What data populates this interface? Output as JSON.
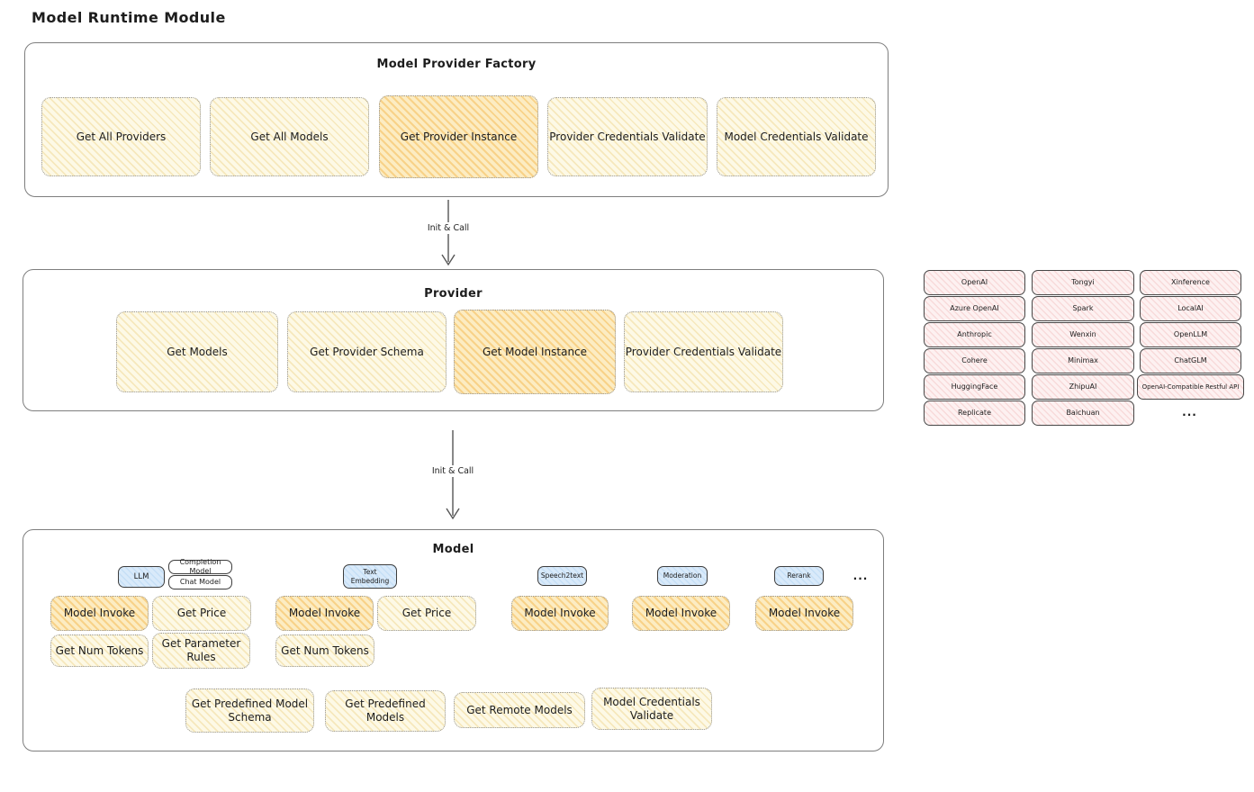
{
  "title": "Model Runtime Module",
  "arrows": {
    "first": "Init & Call",
    "second": "Init & Call"
  },
  "factory": {
    "title": "Model Provider Factory",
    "items": [
      {
        "label": "Get All Providers",
        "highlight": false
      },
      {
        "label": "Get All Models",
        "highlight": false
      },
      {
        "label": "Get Provider Instance",
        "highlight": true
      },
      {
        "label": "Provider Credentials Validate",
        "highlight": false
      },
      {
        "label": "Model Credentials Validate",
        "highlight": false
      }
    ]
  },
  "provider": {
    "title": "Provider",
    "items": [
      {
        "label": "Get Models",
        "highlight": false
      },
      {
        "label": "Get Provider Schema",
        "highlight": false
      },
      {
        "label": "Get Model Instance",
        "highlight": true
      },
      {
        "label": "Provider Credentials Validate",
        "highlight": false
      }
    ]
  },
  "providers_panel": {
    "col1": [
      "OpenAI",
      "Azure OpenAI",
      "Anthropic",
      "Cohere",
      "HuggingFace",
      "Replicate"
    ],
    "col2": [
      "Tongyi",
      "Spark",
      "Wenxin",
      "Minimax",
      "ZhipuAI",
      "Baichuan"
    ],
    "col3": [
      "Xinference",
      "LocalAI",
      "OpenLLM",
      "ChatGLM",
      "OpenAI-Compatible Restful API"
    ],
    "more": "..."
  },
  "model": {
    "title": "Model",
    "tags": {
      "llm": "LLM",
      "completion": "Completion Model",
      "chat": "Chat Model",
      "text_embedding": "Text Embedding",
      "speech2text": "Speech2text",
      "moderation": "Moderation",
      "rerank": "Rerank",
      "more": "..."
    },
    "functions": {
      "model_invoke": "Model Invoke",
      "get_price": "Get Price",
      "get_num_tokens": "Get Num Tokens",
      "get_parameter_rules": "Get Parameter Rules"
    },
    "bottom": [
      {
        "label": "Get Predefined Model Schema"
      },
      {
        "label": "Get Predefined Models"
      },
      {
        "label": "Get Remote Models"
      },
      {
        "label": "Model Credentials Validate"
      }
    ]
  },
  "colors": {
    "highlight_fill": "#fcecc2",
    "light_fill": "#fdf9e6",
    "pink_fill": "#fdf1f1",
    "blue_fill": "#d9eafa",
    "panel_border": "#7e7e7e"
  }
}
